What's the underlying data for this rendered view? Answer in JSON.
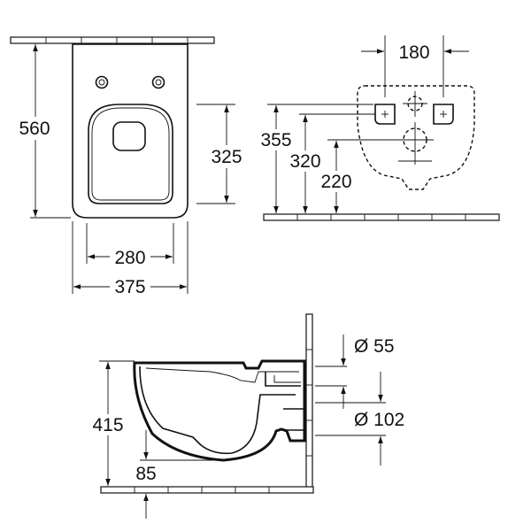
{
  "views": {
    "top": {
      "length_label": "560",
      "seat_depth_label": "325",
      "inner_width_label": "280",
      "outer_width_label": "375"
    },
    "rear": {
      "fixing_spacing_label": "180",
      "height_355_label": "355",
      "height_320_label": "320",
      "height_220_label": "220"
    },
    "side": {
      "inlet_diameter_label": "Ø 55",
      "outlet_diameter_label": "Ø 102",
      "height_label": "415",
      "offset_label": "85"
    }
  },
  "colors": {
    "line": "#111111",
    "background": "#ffffff"
  }
}
